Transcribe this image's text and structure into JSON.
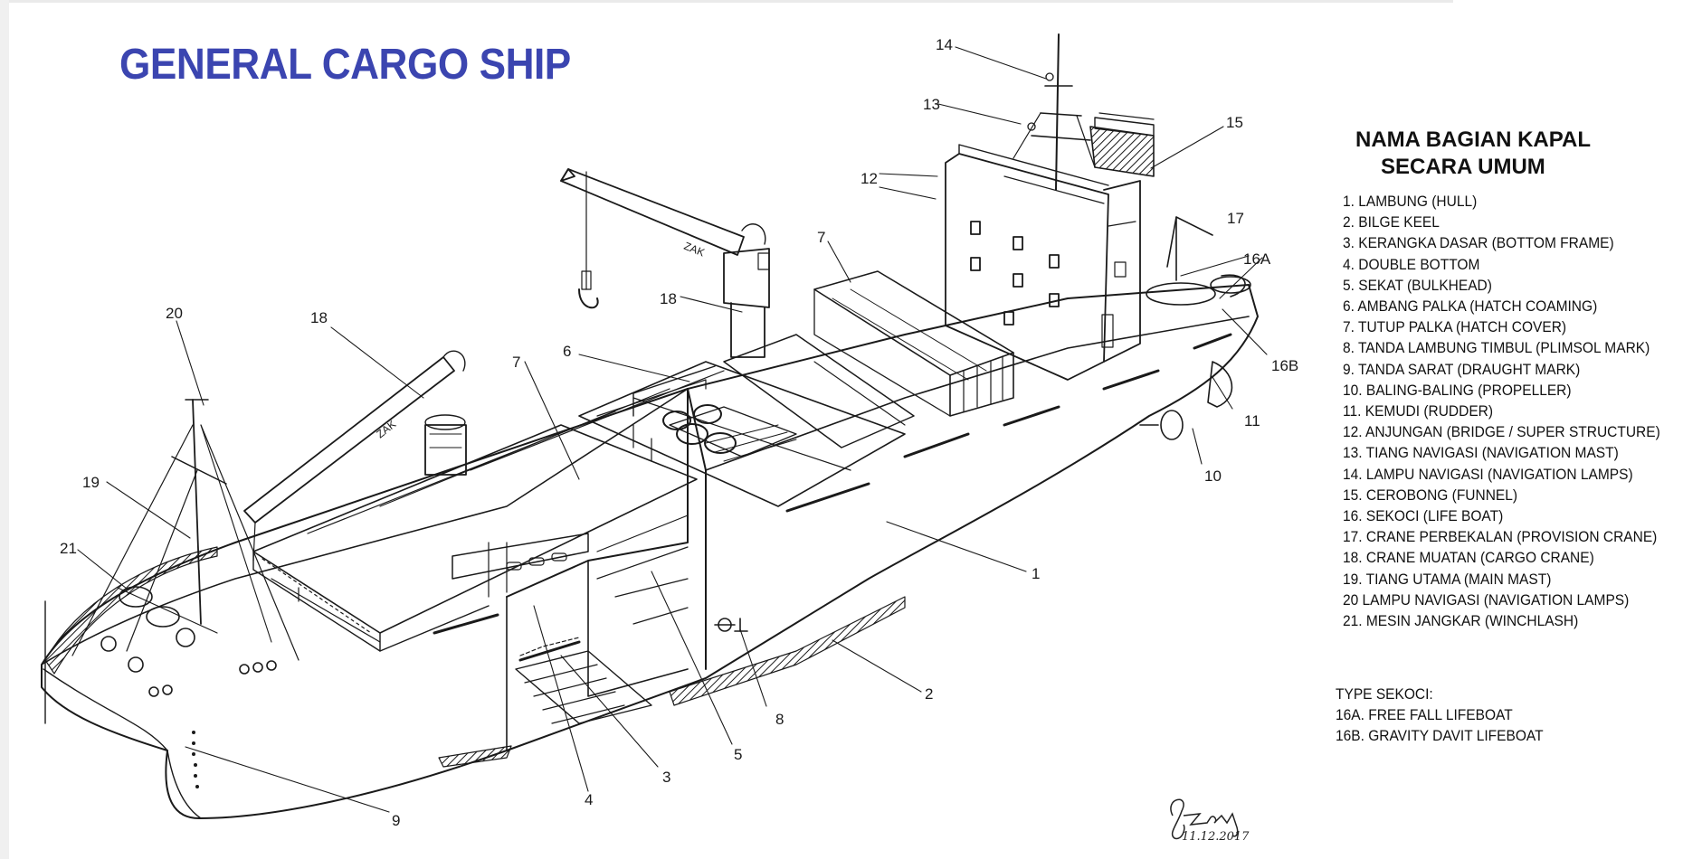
{
  "title": "GENERAL CARGO SHIP",
  "legend": {
    "heading_line1": "NAMA BAGIAN KAPAL",
    "heading_line2": "SECARA UMUM",
    "items": [
      "1. LAMBUNG (HULL)",
      "2. BILGE KEEL",
      "3. KERANGKA DASAR (BOTTOM FRAME)",
      "4. DOUBLE BOTTOM",
      "5. SEKAT (BULKHEAD)",
      "6. AMBANG PALKA (HATCH COAMING)",
      "7. TUTUP PALKA (HATCH COVER)",
      "8. TANDA LAMBUNG TIMBUL (PLIMSOL MARK)",
      "9. TANDA SARAT (DRAUGHT MARK)",
      "10. BALING-BALING (PROPELLER)",
      "11. KEMUDI (RUDDER)",
      "12. ANJUNGAN (BRIDGE / SUPER STRUCTURE)",
      "13. TIANG NAVIGASI (NAVIGATION MAST)",
      "14. LAMPU NAVIGASI (NAVIGATION LAMPS)",
      "15. CEROBONG (FUNNEL)",
      "16. SEKOCI (LIFE BOAT)",
      "17. CRANE PERBEKALAN (PROVISION CRANE)",
      "18. CRANE MUATAN (CARGO CRANE)",
      "19. TIANG UTAMA (MAIN MAST)",
      "20  LAMPU NAVIGASI (NAVIGATION LAMPS)",
      "21. MESIN JANGKAR (WINCHLASH)"
    ]
  },
  "lifeboat_types": {
    "heading": "TYPE SEKOCI:",
    "items": [
      "16A. FREE FALL LIFEBOAT",
      "16B. GRAVITY DAVIT LIFEBOAT"
    ]
  },
  "callouts": [
    "1",
    "2",
    "3",
    "4",
    "5",
    "6",
    "7",
    "7",
    "8",
    "9",
    "10",
    "11",
    "12",
    "13",
    "14",
    "15",
    "16A",
    "16B",
    "17",
    "18",
    "18",
    "19",
    "20",
    "21"
  ],
  "crane_marking": "ZAK",
  "signature_date": "11.12.2017",
  "colors": {
    "title": "#3b45b0",
    "ink": "#1a1a1a",
    "paper": "#ffffff"
  }
}
